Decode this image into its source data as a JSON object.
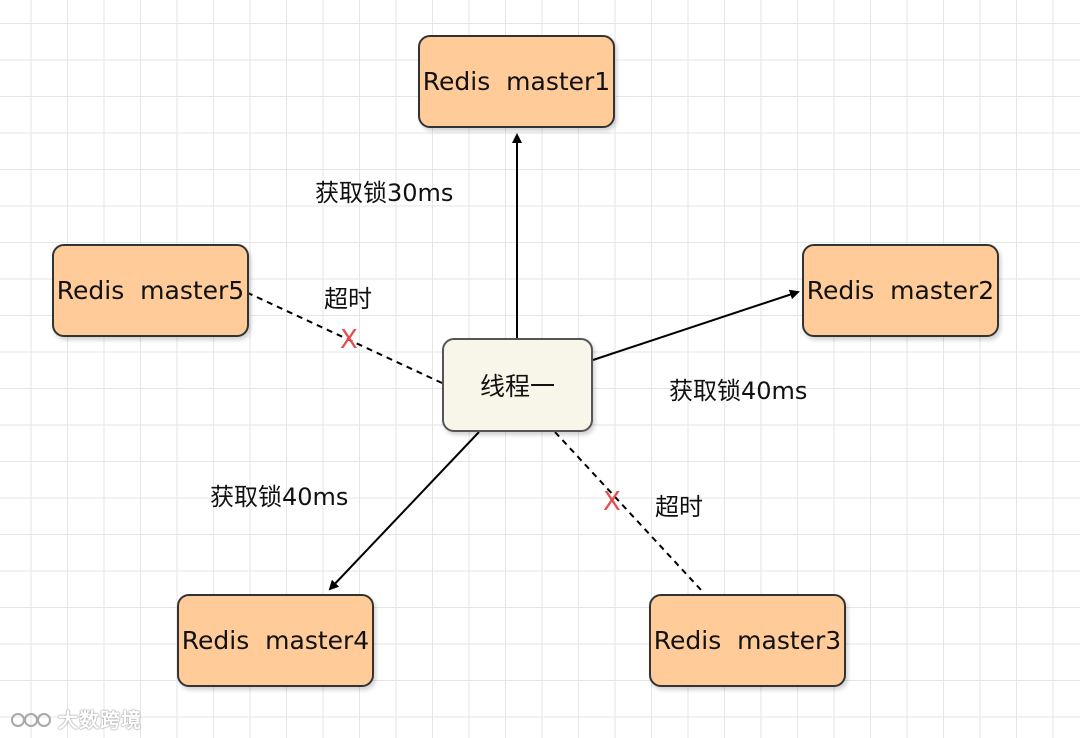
{
  "nodes": {
    "master1": "Redis  master1",
    "master2": "Redis  master2",
    "master3": "Redis  master3",
    "master4": "Redis  master4",
    "master5": "Redis  master5",
    "thread": "线程一"
  },
  "labels": {
    "edge_master1": "获取锁30ms",
    "edge_master2": "获取锁40ms",
    "edge_master4": "获取锁40ms",
    "edge_master5": "超时",
    "edge_master3": "超时",
    "fail_mark": "X"
  },
  "watermark": "大数跨境",
  "colors": {
    "master_fill": "#ffcc99",
    "thread_fill": "#f8f5e9",
    "fail_mark": "#e84b4b"
  }
}
